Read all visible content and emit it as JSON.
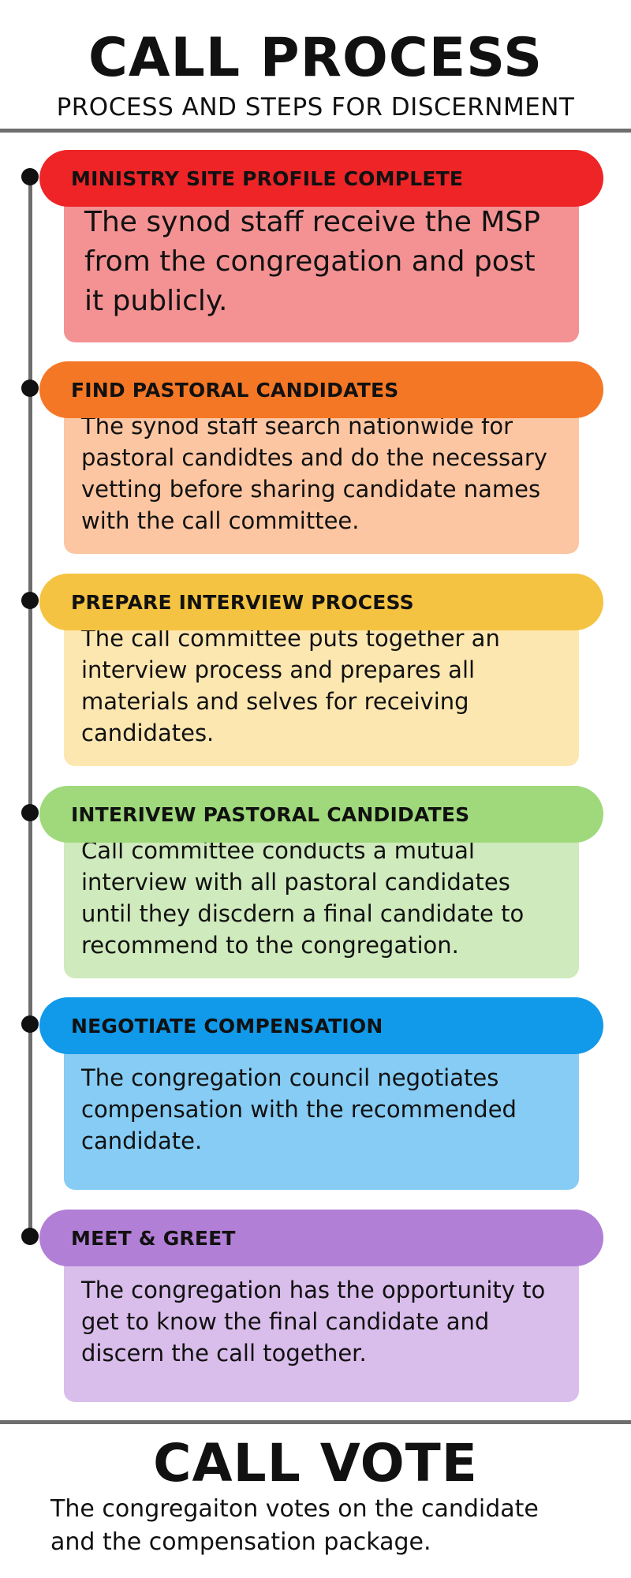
{
  "header": {
    "title": "CALL PROCESS",
    "subtitle": "PROCESS AND STEPS FOR DISCERNMENT"
  },
  "steps": [
    {
      "title": "MINISTRY SITE PROFILE COMPLETE",
      "text": "The synod staff receive the MSP from the congregation and post it publicly.",
      "header_color": "#ee2427",
      "body_color": "#f49293"
    },
    {
      "title": "FIND PASTORAL CANDIDATES",
      "text": "The synod staff search nationwide for pastoral candidtes and do the necessary vetting before sharing candidate names with the call committee.",
      "header_color": "#f47726",
      "body_color": "#fcc6a2"
    },
    {
      "title": "PREPARE INTERVIEW PROCESS",
      "text": "The call committee puts together an interview process and prepares all materials and selves for receiving candidates.",
      "header_color": "#f5c342",
      "body_color": "#fde7b1"
    },
    {
      "title": "INTERIVEW PASTORAL CANDIDATES",
      "text": "Call committee conducts a mutual interview with all pastoral candidates until they discdern a final candidate to recommend to the congregation.",
      "header_color": "#9fd97b",
      "body_color": "#cfeabc"
    },
    {
      "title": "NEGOTIATE COMPENSATION",
      "text": "The congregation council negotiates compensation with the recommended candidate.",
      "header_color": "#1199ea",
      "body_color": "#86ccf4"
    },
    {
      "title": "MEET & GREET",
      "text": "The congregation has the opportunity to get to know the final candidate and discern the call together.",
      "header_color": "#b27fd6",
      "body_color": "#d9bdeb"
    }
  ],
  "footer": {
    "title": "CALL VOTE",
    "text": "The congregaiton votes on the candidate and the compensation package."
  }
}
